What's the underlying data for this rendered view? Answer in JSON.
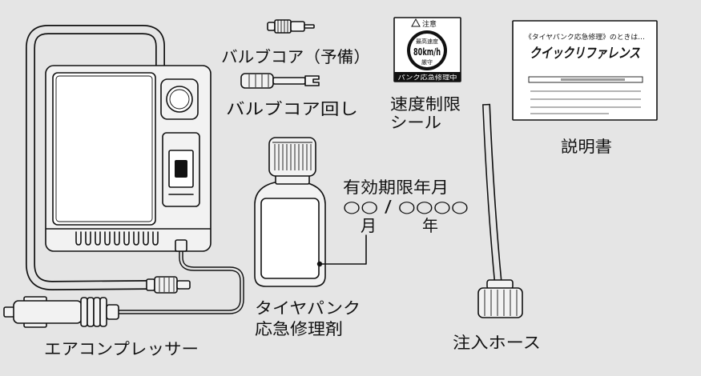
{
  "labels": {
    "valve_core_spare": "バルブコア（予備）",
    "valve_core_tool": "バルブコア回し",
    "speed_sticker": [
      "速度制限",
      "シール"
    ],
    "manual": "説明書",
    "expiry_title": "有効期限年月",
    "expiry_placeholder": "○○ / ○○○○",
    "expiry_month": "月",
    "expiry_year": "年",
    "sealant": [
      "タイヤパンク",
      "応急修理剤"
    ],
    "injection_hose": "注入ホース",
    "compressor": "エアコンプレッサー"
  },
  "sticker": {
    "header": "注意",
    "line1": "最高速度",
    "speed": "80km/h",
    "line3": "厳守",
    "footer": "パンク応急修理中"
  },
  "manual_cover": {
    "subtitle": "《タイヤパンク応急修理》のときは…",
    "title": "クイックリファレンス"
  },
  "colors": {
    "background": "#e5e5e5",
    "line": "#111111",
    "paper": "#ffffff"
  }
}
